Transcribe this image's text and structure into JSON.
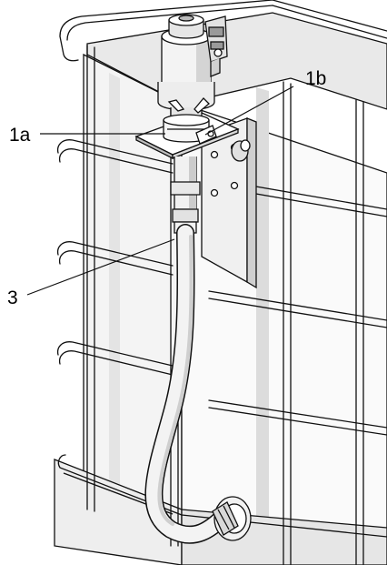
{
  "callouts": {
    "a": "1a",
    "b": "1b",
    "c": "3"
  },
  "colors": {
    "line": "#111111",
    "fill": "#ffffff",
    "shade": "#d7d7d7",
    "dark": "#8a8a8a"
  }
}
